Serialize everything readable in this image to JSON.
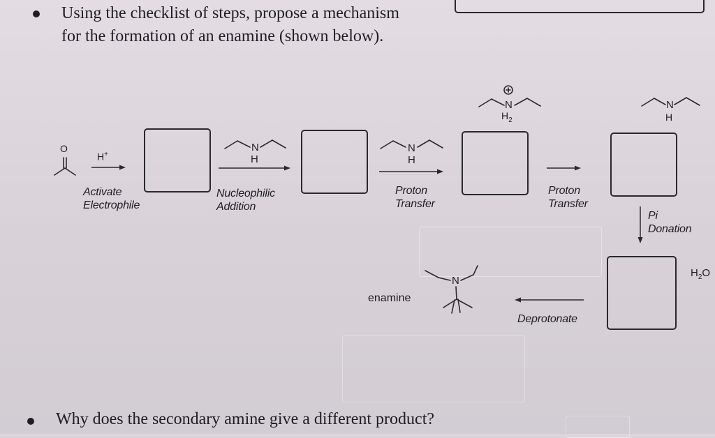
{
  "question1": {
    "line1": "Using the checklist of steps, propose a mechanism",
    "line2": "for the formation of an enamine (shown below)."
  },
  "question2": {
    "text": "Why does the secondary amine give a different product?"
  },
  "reagents": {
    "acid": "H+",
    "amine_n": "N",
    "amine_h": "H",
    "ammonium_n": "N",
    "ammonium_h2": "H2",
    "plus_charge": "+",
    "water": "H2O"
  },
  "steps": {
    "s1_line1": "Activate",
    "s1_line2": "Electrophile",
    "s2_line1": "Nucleophilic",
    "s2_line2": "Addition",
    "s3_line1": "Proton",
    "s3_line2": "Transfer",
    "s4_line1": "Proton",
    "s4_line2": "Transfer",
    "s5_line1": "Pi",
    "s5_line2": "Donation",
    "s6": "Deprotonate"
  },
  "product": {
    "label": "enamine",
    "atom_n": "N"
  },
  "start_material": {
    "atom_o": "O"
  }
}
